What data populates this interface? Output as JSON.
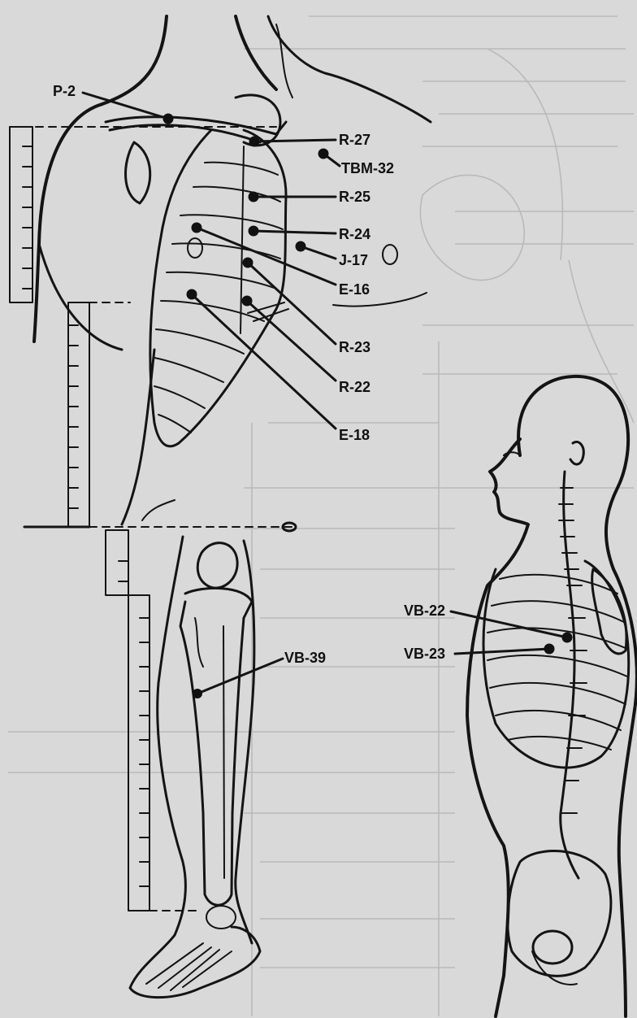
{
  "points": [
    {
      "id": "p2",
      "label": "P-2"
    },
    {
      "id": "r27",
      "label": "R-27"
    },
    {
      "id": "tbm32",
      "label": "TBM-32"
    },
    {
      "id": "r25",
      "label": "R-25"
    },
    {
      "id": "r24",
      "label": "R-24"
    },
    {
      "id": "j17",
      "label": "J-17"
    },
    {
      "id": "e16",
      "label": "E-16"
    },
    {
      "id": "r23",
      "label": "R-23"
    },
    {
      "id": "r22",
      "label": "R-22"
    },
    {
      "id": "e18",
      "label": "E-18"
    },
    {
      "id": "vb22",
      "label": "VB-22"
    },
    {
      "id": "vb23",
      "label": "VB-23"
    },
    {
      "id": "vb39",
      "label": "VB-39"
    }
  ],
  "colors": {
    "paper": "#d9d9d9",
    "ink": "#141414",
    "bleed": "#b9b9b9"
  }
}
